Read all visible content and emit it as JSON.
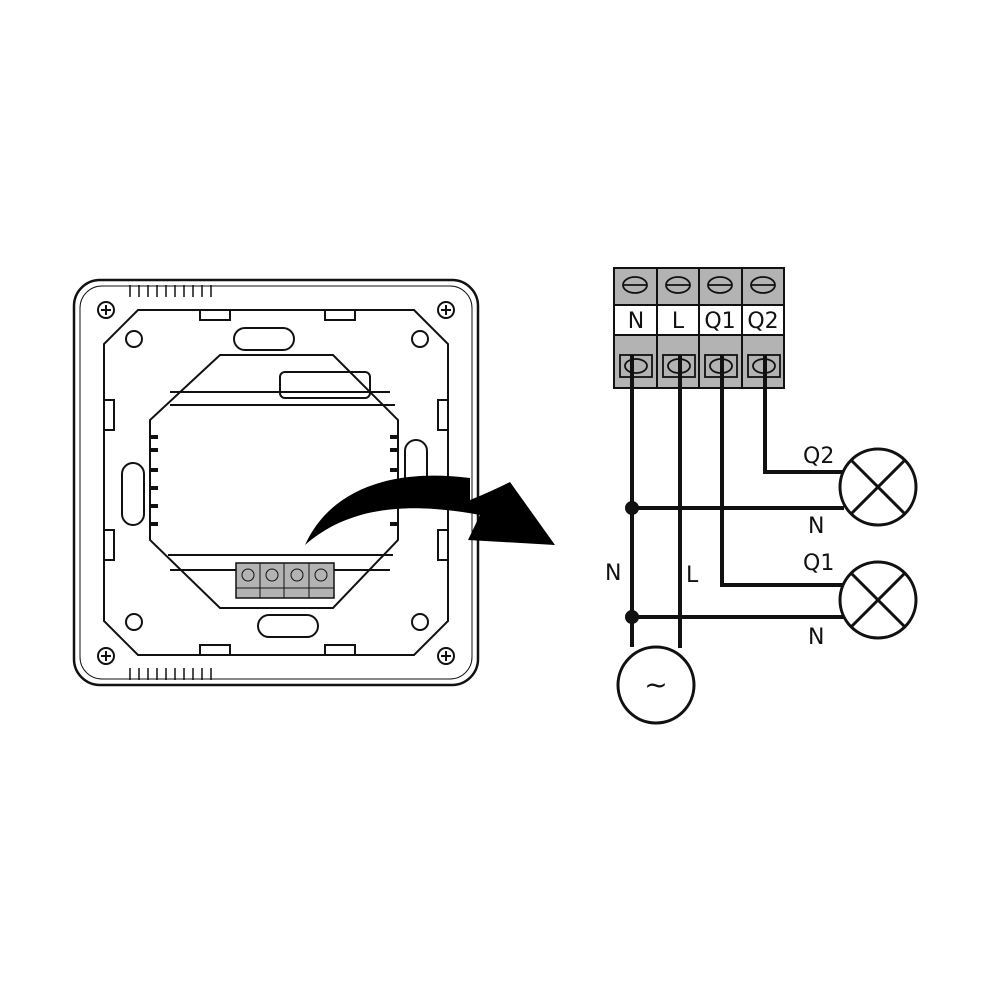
{
  "terminal_block": {
    "labels": [
      "N",
      "L",
      "Q1",
      "Q2"
    ]
  },
  "wiring": {
    "wire_labels": {
      "neutral": "N",
      "live": "L"
    },
    "lamp_q2": {
      "output_label": "Q2",
      "neutral_label": "N"
    },
    "lamp_q1": {
      "output_label": "Q1",
      "neutral_label": "N"
    },
    "source_symbol": "~"
  },
  "colors": {
    "line": "#111111",
    "terminal_gray": "#b3b3b3"
  }
}
